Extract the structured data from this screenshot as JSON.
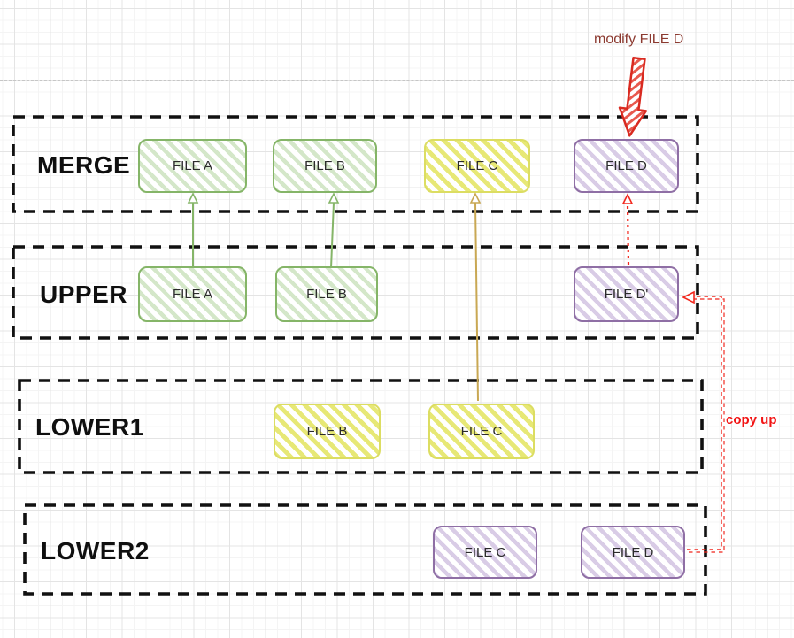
{
  "canvas": {
    "annotations": {
      "modify": "modify FILE D",
      "copy_up": "copy up"
    },
    "layers": [
      {
        "name": "MERGE",
        "files": [
          {
            "label": "FILE A",
            "color": "green"
          },
          {
            "label": "FILE B",
            "color": "green"
          },
          {
            "label": "FILE C",
            "color": "yellow"
          },
          {
            "label": "FILE D",
            "color": "purple"
          }
        ]
      },
      {
        "name": "UPPER",
        "files": [
          {
            "label": "FILE A",
            "color": "green"
          },
          {
            "label": "FILE B",
            "color": "green"
          },
          {
            "label": "FILE D'",
            "color": "purple"
          }
        ]
      },
      {
        "name": "LOWER1",
        "files": [
          {
            "label": "FILE B",
            "color": "yellow"
          },
          {
            "label": "FILE C",
            "color": "yellow"
          }
        ]
      },
      {
        "name": "LOWER2",
        "files": [
          {
            "label": "FILE C",
            "color": "purple"
          },
          {
            "label": "FILE D",
            "color": "purple"
          }
        ]
      }
    ],
    "edges": [
      {
        "from": "UPPER FILE A",
        "to": "MERGE FILE A",
        "style": "green solid arrow"
      },
      {
        "from": "UPPER FILE B",
        "to": "MERGE FILE B",
        "style": "green solid arrow"
      },
      {
        "from": "LOWER1 FILE C",
        "to": "MERGE FILE C",
        "style": "yellow solid arrow"
      },
      {
        "from": "UPPER FILE D'",
        "to": "MERGE FILE D",
        "style": "red dotted arrow"
      },
      {
        "from": "LOWER2 FILE D",
        "to": "UPPER FILE D'",
        "style": "red dashed copy-up arrow"
      },
      {
        "from": "modify FILE D annotation",
        "to": "MERGE FILE D",
        "style": "big red hatched arrow"
      }
    ],
    "colors": {
      "green_border": "#85b568",
      "green_fill": "#d4e7c9",
      "yellow_border": "#dcdd62",
      "yellow_fill": "#e7e876",
      "purple_border": "#8f6fa5",
      "purple_fill": "#d9cce6",
      "arrow_green": "#85b568",
      "arrow_yellow": "#c9a854",
      "arrow_red": "#f2281e",
      "modify_text": "#8c3a30",
      "copy_up_text": "#f21414",
      "container_border": "#111111"
    }
  }
}
